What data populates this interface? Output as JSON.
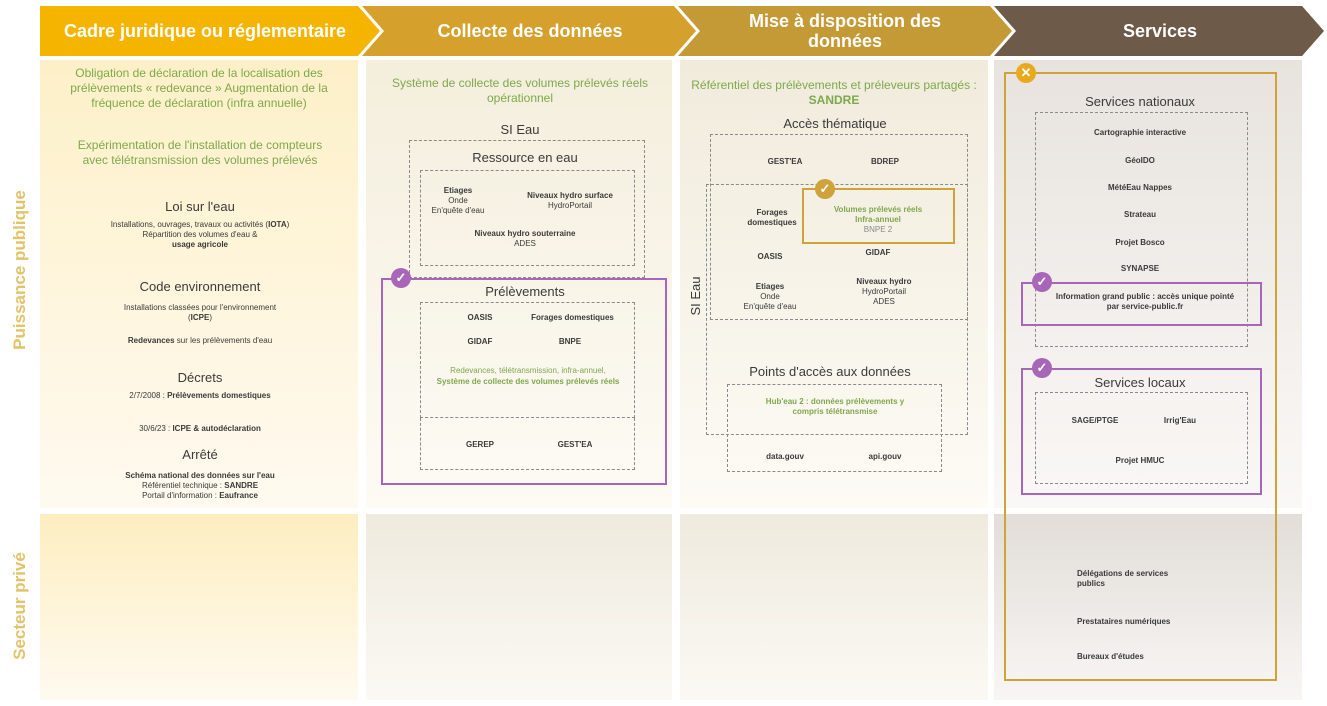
{
  "headers": {
    "col1": "Cadre juridique ou réglementaire",
    "col2": "Collecte des données",
    "col3": "Mise à disposition des données",
    "col4": "Services"
  },
  "rows": {
    "public": "Puissance publique",
    "prive": "Secteur privé"
  },
  "col1": {
    "intro1": "Obligation de déclaration de la localisation des prélèvements « redevance » Augmentation de la fréquence de déclaration (infra annuelle)",
    "intro2": "Expérimentation de l'installation de compteurs avec télétransmission des volumes prélevés",
    "loi_title": "Loi sur l'eau",
    "loi_text1": "Installations, ouvrages, travaux ou activités (",
    "loi_bold1": "IOTA",
    "loi_text2": ")",
    "loi_text3": "Répartition  des volumes d'eau &",
    "loi_bold2": "usage agricole",
    "code_title": "Code environnement",
    "code_text1": "Installations classées pour l'environnement (",
    "code_bold1": "ICPE",
    "code_text2": ")",
    "code_bold2": "Redevances",
    "code_text3": " sur les prélèvements d'eau",
    "decrets_title": "Décrets",
    "decrets_text1": "2/7/2008 : ",
    "decrets_bold1": "Prélèvements domestiques",
    "decrets_text2": "30/6/23 : ",
    "decrets_bold2": "ICPE & autodéclaration",
    "arrete_title": "Arrêté",
    "arrete_bold1": "Schéma national des données sur l'eau",
    "arrete_text1": "Référentiel technique : ",
    "arrete_bold2": "SANDRE",
    "arrete_text2": "Portail d'information : ",
    "arrete_bold3": "Eaufrance"
  },
  "col2": {
    "intro": "Système de collecte des volumes prélevés réels opérationnel",
    "si_eau": "SI Eau",
    "ressource_title": "Ressource en eau",
    "etiages": "Etiages",
    "onde": "Onde",
    "enquete": "En'quête d'eau",
    "niv_surface": "Niveaux hydro surface",
    "hydroportail": "HydroPortail",
    "niv_souterraine": "Niveaux hydro souterraine",
    "ades": "ADES",
    "prelevements_title": "Prélèvements",
    "oasis": "OASIS",
    "forages": "Forages domestiques",
    "gidaf": "GIDAF",
    "bnpe": "BNPE",
    "redevances_text": "Redevances, télétransmission, infra-annuel,",
    "systeme_text": "Système de collecte des volumes prélevés réels",
    "gerep": "GEREP",
    "gestea": "GEST'EA"
  },
  "col3": {
    "intro1": "Référentiel des prélèvements et préleveurs partagés : ",
    "intro_bold": "SANDRE",
    "acces_title": "Accès thématique",
    "gestea": "GEST'EA",
    "bdrep": "BDREP",
    "si_eau": "SI Eau",
    "forages": "Forages domestiques",
    "volumes1": "Volumes prélevés réels",
    "volumes2": "Infra-annuel",
    "bnpe2": "BNPE 2",
    "oasis": "OASIS",
    "gidaf": "GIDAF",
    "etiages": "Etiages",
    "onde": "Onde",
    "enquete": "En'quête d'eau",
    "niv_hydro": "Niveaux hydro",
    "hydroportail": "HydroPortail",
    "ades": "ADES",
    "points_title": "Points d'accès aux données",
    "hubeau": "Hub'eau 2 : données prélèvements y compris télétransmise",
    "datagouv": "data.gouv",
    "apigouv": "api.gouv"
  },
  "col4": {
    "nationaux_title": "Services nationaux",
    "nat_items": [
      "Cartographie interactive",
      "GéoIDO",
      "MétéEau Nappes",
      "Strateau",
      "Projet Bosco",
      "SYNAPSE"
    ],
    "grand_public": "Information grand public : accès unique pointé par service-public.fr",
    "locaux_title": "Services locaux",
    "sage": "SAGE/PTGE",
    "irrigeau": "Irrig'Eau",
    "hmuc": "Projet HMUC",
    "prive_items": [
      "Délégations de services publics",
      "Prestataires numériques",
      "Bureaux d'études"
    ]
  },
  "colors": {
    "header1": "#f4b400",
    "header2": "#d5a12c",
    "header3": "#c49a36",
    "header4": "#6e5a49",
    "check_purple": "#a866b8",
    "check_gold": "#cfa23a",
    "cross_orange": "#e9a91e"
  }
}
